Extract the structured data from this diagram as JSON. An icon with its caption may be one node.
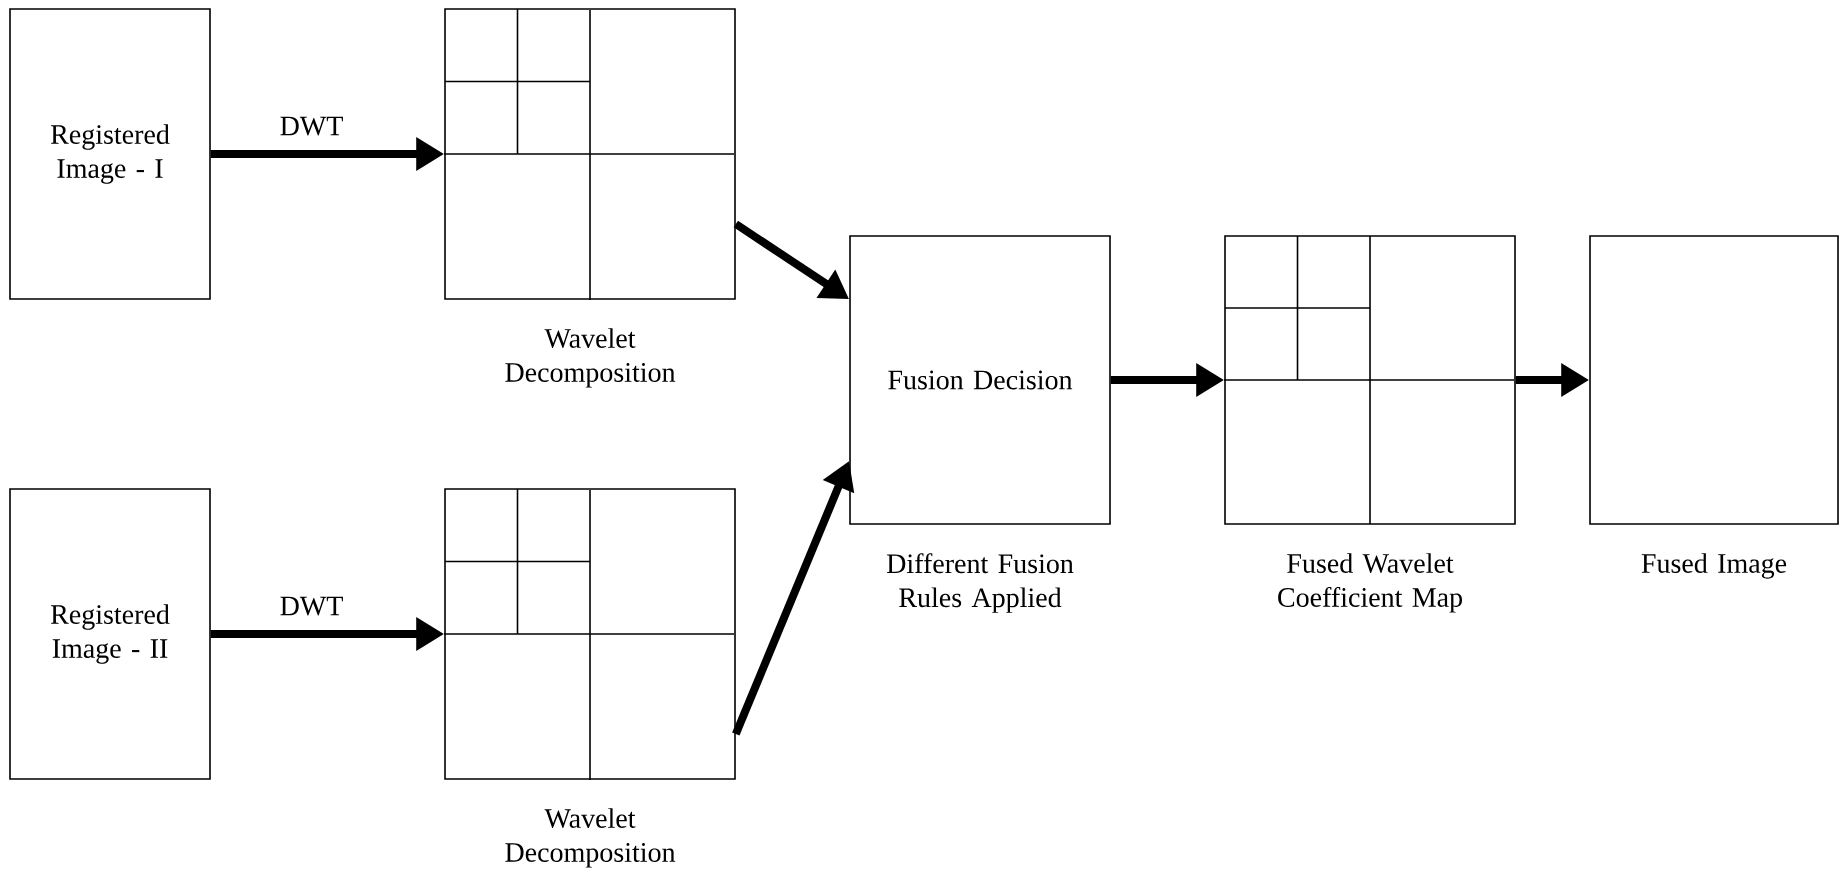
{
  "diagram": {
    "nodes": [
      {
        "text": [
          "Registered Image - I"
        ]
      },
      {
        "text": [],
        "shape": "box",
        "beside": [
          "Wavelet Decomposition"
        ]
      },
      {
        "text": [
          "Registered Image - II"
        ]
      },
      {
        "text": [],
        "shape": "box",
        "beside": [
          "Wavelet Decomposition"
        ]
      },
      {
        "text": [
          "Fusion Decision"
        ],
        "beside": [
          "Different Fusion Rules Applied"
        ]
      },
      {
        "text": [],
        "shape": "box",
        "beside": [
          "Fused Wavelet Coefficient Map"
        ]
      },
      {
        "text": [],
        "shape": "box",
        "beside": [
          "Fused Image"
        ]
      }
    ],
    "edges": [
      {
        "from": 0,
        "to": 1,
        "arrow": "to",
        "label": "DWT"
      },
      {
        "from": 2,
        "to": 3,
        "arrow": "to",
        "label": "DWT"
      },
      {
        "from": 1,
        "to": 4,
        "arrow": "to"
      },
      {
        "from": 3,
        "to": 4,
        "arrow": "to"
      },
      {
        "from": 4,
        "to": 5,
        "arrow": "to"
      },
      {
        "from": 5,
        "to": 6,
        "arrow": "to"
      }
    ]
  }
}
